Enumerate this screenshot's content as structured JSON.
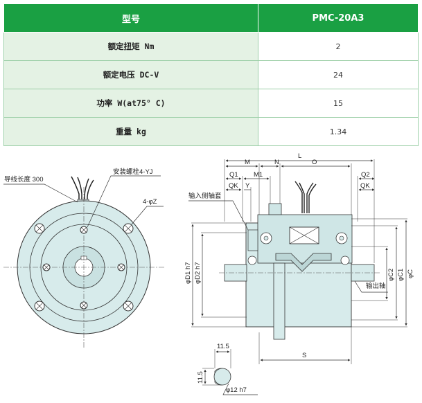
{
  "table": {
    "header": {
      "param": "型号",
      "value": "PMC-20A3"
    },
    "rows": [
      {
        "param": "额定扭矩 Nm",
        "value": "2"
      },
      {
        "param": "额定电压 DC-V",
        "value": "24"
      },
      {
        "param": "功率 W(at75° C)",
        "value": "15"
      },
      {
        "param": "重量 kg",
        "value": "1.34"
      }
    ]
  },
  "front_view": {
    "lead_length": "导线长度 300",
    "mount_bolt": "安装螺栓4-YJ",
    "holes": "4-φZ"
  },
  "side_view": {
    "L": "L",
    "M": "M",
    "N": "N",
    "O": "O",
    "Q1": "Q1",
    "M1": "M1",
    "Q2": "Q2",
    "QK_left": "QK",
    "Y": "Y",
    "QK_right": "QK",
    "input_sleeve": "输入侧轴套",
    "output_shaft": "输出轴",
    "D1": "φD1 h7",
    "D2": "φD2 h7",
    "C2": "φC2",
    "C1": "φC1",
    "C": "φC",
    "S": "S"
  },
  "shaft_section": {
    "width": "11.5",
    "height": "11.5",
    "diameter": "φ12 h7"
  }
}
